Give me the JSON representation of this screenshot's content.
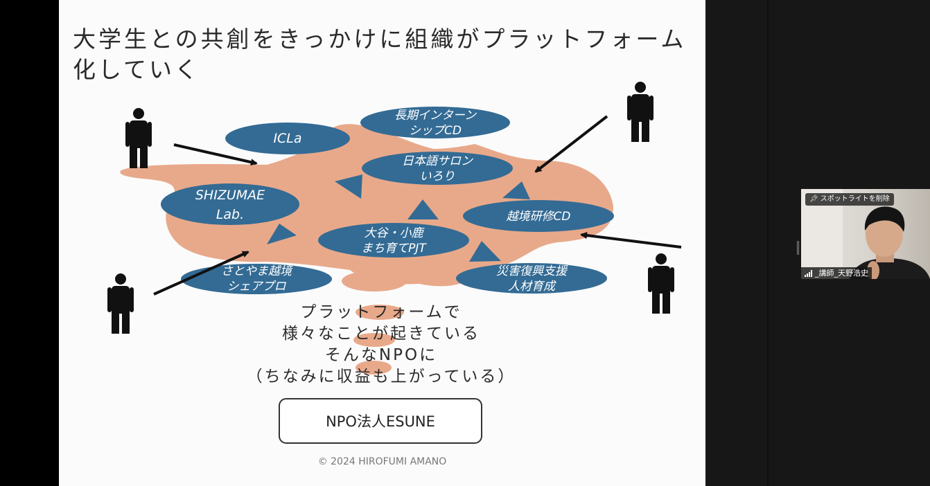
{
  "slide": {
    "title_line1": "大学生との共創をきっかけに組織がプラットフォーム",
    "title_line2": "化していく",
    "bubbles": [
      {
        "id": "icla",
        "lines": [
          "ICLa"
        ]
      },
      {
        "id": "internship",
        "lines": [
          "長期インターン",
          "シップCD"
        ]
      },
      {
        "id": "salon",
        "lines": [
          "日本語サロン",
          "いろり"
        ]
      },
      {
        "id": "shizumae",
        "lines": [
          "SHIZUMAE",
          "Lab."
        ]
      },
      {
        "id": "ekkyo",
        "lines": [
          "越境研修CD"
        ]
      },
      {
        "id": "machi",
        "lines": [
          "大谷・小鹿",
          "まち育てPJT"
        ]
      },
      {
        "id": "satoyama",
        "lines": [
          "さとやま越境",
          "シェアプロ"
        ]
      },
      {
        "id": "saigai",
        "lines": [
          "災害復興支援",
          "人材育成"
        ]
      }
    ],
    "caption": [
      "プラットフォームで",
      "様々なことが起きている",
      "そんなNPOに",
      "（ちなみに収益も上がっている）"
    ],
    "org_name": "NPO法人ESUNE",
    "copyright": "© 2024 HIROFUMI AMANO"
  },
  "video": {
    "spotlight_label": "スポットライトを削除",
    "participant_name": "_講師_天野浩史"
  },
  "colors": {
    "blob": "#e8a98a",
    "bubble": "#336b94",
    "arrow": "#111111",
    "slide_bg": "#fbfbfb"
  },
  "icons": [
    "person-icon",
    "pin-icon",
    "signal-icon"
  ]
}
